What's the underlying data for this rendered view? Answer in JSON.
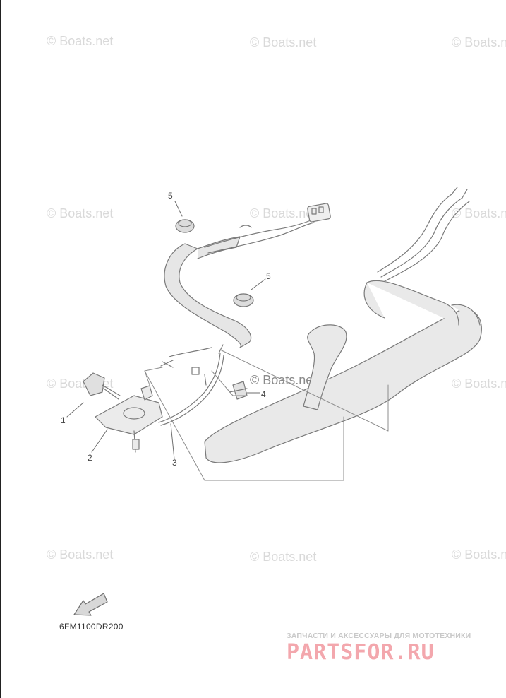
{
  "watermarks": [
    "© Boats.net",
    "© Boats.net",
    "© Boats.net",
    "© Boats.net",
    "© Boats.net",
    "© Boats.net",
    "© Boats.net",
    "© Boats.net",
    "© Boats.net",
    "© Boats.net",
    "© Boats.net",
    "© Boats.net"
  ],
  "callouts": [
    {
      "label": "5"
    },
    {
      "label": "5"
    },
    {
      "label": "1"
    },
    {
      "label": "2"
    },
    {
      "label": "3"
    },
    {
      "label": "4"
    }
  ],
  "drawing_code": "6FM1100DR200",
  "promo": {
    "caption": "ЗАПЧАСТИ И АКСЕССУАРЫ ДЛЯ МОТОТЕХНИКИ",
    "brand": "PARTSFOR.RU"
  },
  "colors": {
    "line": "#7a7a7a",
    "fill": "#e6e6e6",
    "watermark": "#d9d9d9",
    "brand": "#f3a7ad"
  }
}
